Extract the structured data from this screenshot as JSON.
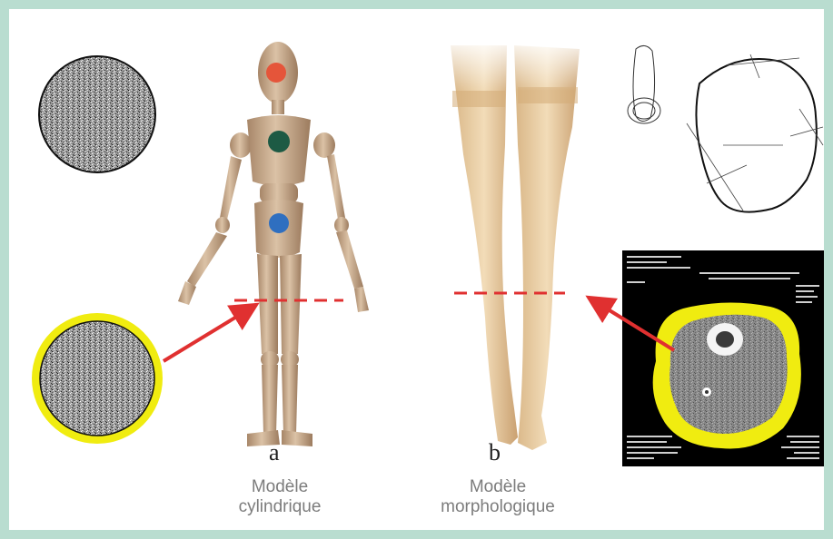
{
  "panels": [
    {
      "letter": "a",
      "caption_line1": "Modèle",
      "caption_line2": "cylindrique"
    },
    {
      "letter": "b",
      "caption_line1": "Modèle",
      "caption_line2": "morphologique"
    }
  ],
  "colors": {
    "frame": "#b9ddd0",
    "arrow": "#e03030",
    "dashed_line": "#e03030",
    "highlight_ring": "#f0ec10",
    "marker_head": "#e5553a",
    "marker_chest": "#1d5a44",
    "marker_pelvis": "#2f6fc0"
  }
}
